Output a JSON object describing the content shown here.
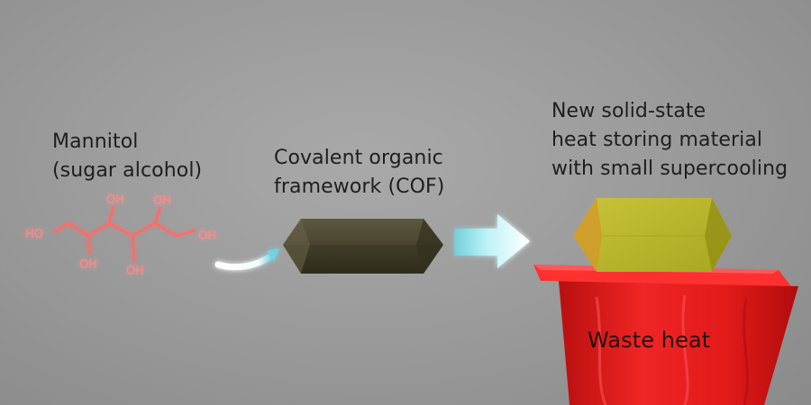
{
  "mannitol": {
    "name": "Mannitol",
    "description": "(sugar alcohol)"
  },
  "molecule": {
    "hydroxyl_groups": [
      "HO",
      "OH",
      "OH",
      "OH",
      "OH",
      "OH"
    ]
  },
  "cof": {
    "line1": "Covalent organic",
    "line2": "framework (COF)"
  },
  "product": {
    "line1": "New solid-state",
    "line2": "heat storing material",
    "line3": "with small supercooling"
  },
  "waste_heat": {
    "label": "Waste heat"
  },
  "colors": {
    "background": "#9e9e9e",
    "text": "#1e1e1e",
    "molecule": "#ff6b6b",
    "cof_crystal": "#4a4630",
    "product_crystal": "#b7b42a",
    "arrow": "#bff3f7",
    "waste_heat_vessel": "#e01818"
  },
  "icons": [
    "curved-arrow-icon",
    "block-arrow-icon",
    "molecule-structure-icon",
    "crystal-icon",
    "heat-vessel-icon"
  ]
}
